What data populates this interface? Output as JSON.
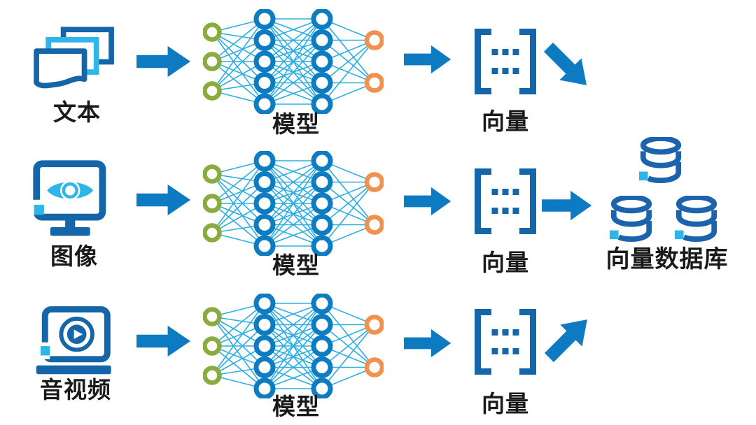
{
  "colors": {
    "arrow_blue": "#0d7ac2",
    "dark_blue": "#1565a9",
    "light_blue": "#2eb6e8",
    "db_blue": "#1b63ad",
    "bracket_blue": "#1565a9",
    "node_green": "#8aab3d",
    "node_blue": "#0d7cc1",
    "node_orange": "#f0914e",
    "edge_blue": "#2aaee4",
    "text": "#1a1a1a"
  },
  "rows": [
    {
      "source": "文本",
      "model": "模型",
      "vector": "向量"
    },
    {
      "source": "图像",
      "model": "模型",
      "vector": "向量"
    },
    {
      "source": "音视频",
      "model": "模型",
      "vector": "向量"
    }
  ],
  "database": {
    "label": "向量数据库",
    "count": 3
  },
  "icons": {
    "row1_source": "documents-icon",
    "row2_source": "monitor-eye-icon",
    "row3_source": "video-player-icon",
    "model": "neural-network-icon",
    "vector": "matrix-bracket-icon",
    "flow_right": "arrow-right-icon",
    "flow_down_right": "arrow-down-right-icon",
    "flow_up_right": "arrow-up-right-icon",
    "database": "database-cylinders-icon"
  }
}
